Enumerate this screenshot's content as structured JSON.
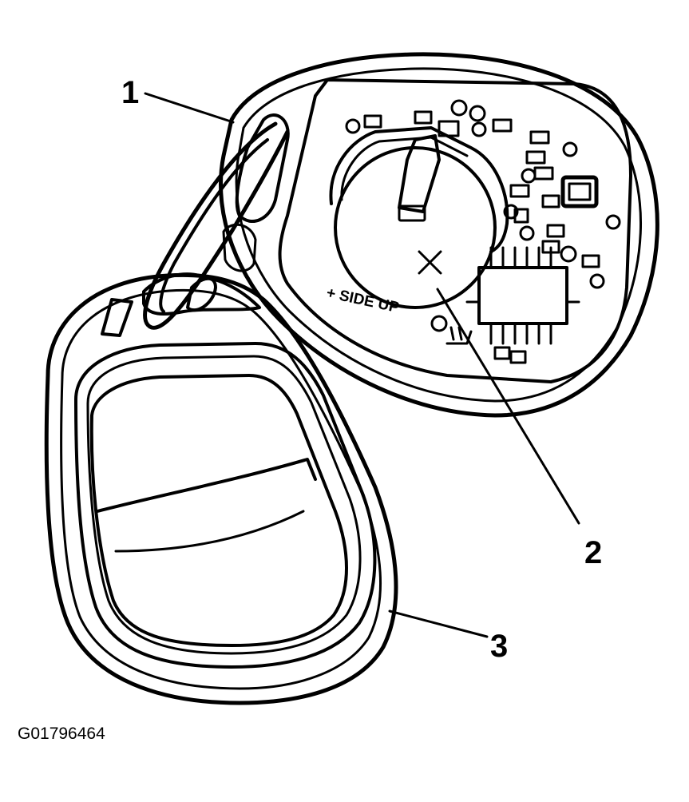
{
  "figure_id": "G01796464",
  "battery_marking": "+ SIDE UP",
  "callouts": [
    {
      "number": "1"
    },
    {
      "number": "2"
    },
    {
      "number": "3"
    }
  ]
}
